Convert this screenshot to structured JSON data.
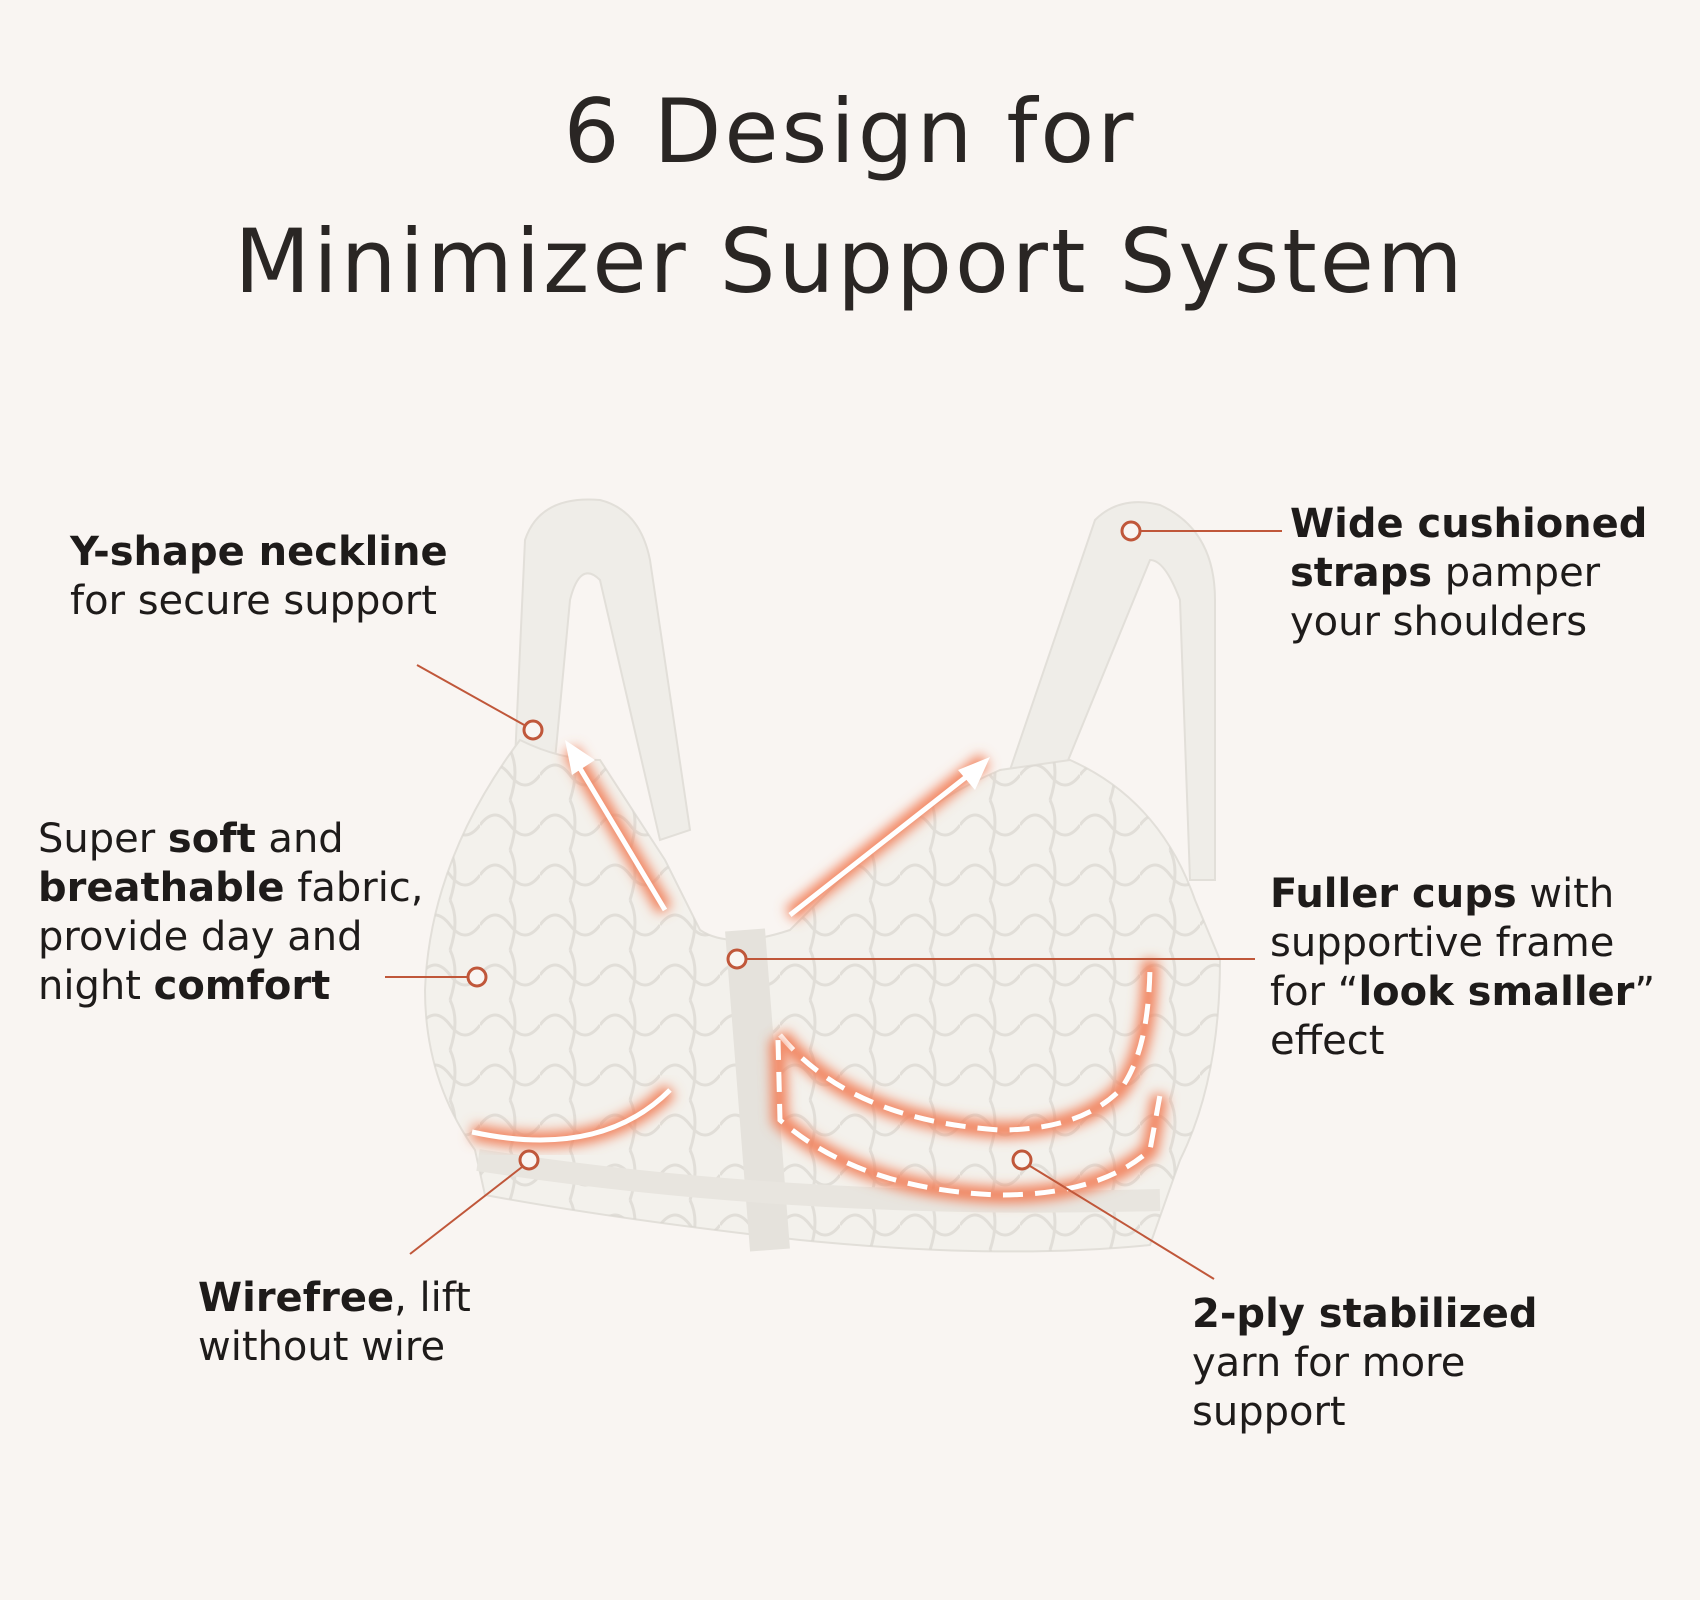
{
  "title": {
    "line1": "6 Design for",
    "line2": "Minimizer Support System"
  },
  "colors": {
    "background": "#f9f5f2",
    "accent": "#c0573a",
    "glow": "#f2805a",
    "garment": "#f3f1ec"
  },
  "callouts": {
    "neckline": {
      "bold": "Y-shape neckline",
      "rest": "for secure support"
    },
    "straps": {
      "bold1": "Wide cushioned",
      "bold2": "straps",
      "rest1": " pamper",
      "rest2": "your shoulders"
    },
    "fabric": {
      "t1": "Super ",
      "b1": "soft",
      "t2": " and",
      "b2": "breathable",
      "t3": " fabric,",
      "t4": "provide day and",
      "t5": "night ",
      "b3": "comfort"
    },
    "cups": {
      "bold": "Fuller cups",
      "rest1": " with",
      "rest2": "supportive frame",
      "rest3": "for  “",
      "bold2": "look smaller",
      "rest4": "”",
      "rest5": "effect"
    },
    "wirefree": {
      "bold": "Wirefree",
      "rest1": ", lift",
      "rest2": "without wire"
    },
    "yarn": {
      "bold": "2-ply stabilized",
      "rest1": "yarn for more",
      "rest2": "support"
    }
  }
}
